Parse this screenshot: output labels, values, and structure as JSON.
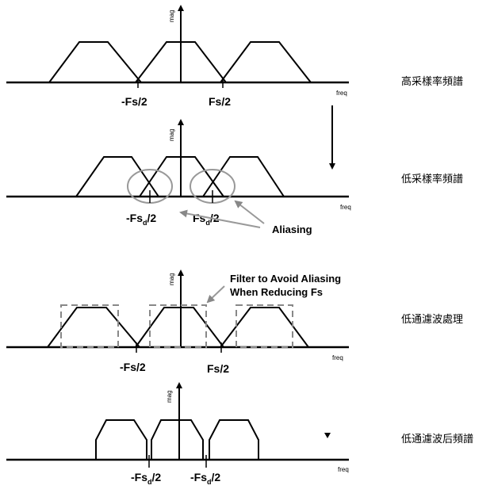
{
  "panels": [
    {
      "axis_x_label": "freq",
      "axis_y_label": "mag",
      "neg_label": "-Fs/2",
      "pos_label": "Fs/2",
      "side_label": "高采樣率頻譜"
    },
    {
      "axis_x_label": "freq",
      "axis_y_label": "mag",
      "neg_label_main": "-Fs",
      "neg_label_sub": "d",
      "neg_label_tail": "/2",
      "pos_label_main": "Fs",
      "pos_label_sub": "d",
      "pos_label_tail": "/2",
      "annotation": "Aliasing",
      "side_label": "低采樣率頻譜"
    },
    {
      "axis_x_label": "freq",
      "axis_y_label": "mag",
      "neg_label": "-Fs/2",
      "pos_label": "Fs/2",
      "annotation_line1": "Filter to Avoid Aliasing",
      "annotation_line2": "When Reducing Fs",
      "side_label": "低通濾波處理"
    },
    {
      "axis_x_label": "freq",
      "axis_y_label": "mag",
      "neg_label_main": "-Fs",
      "neg_label_sub": "d",
      "neg_label_tail": "/2",
      "pos_label_main": "-Fs",
      "pos_label_sub": "d",
      "pos_label_tail": "/2",
      "side_label": "低通濾波后頻譜"
    }
  ]
}
